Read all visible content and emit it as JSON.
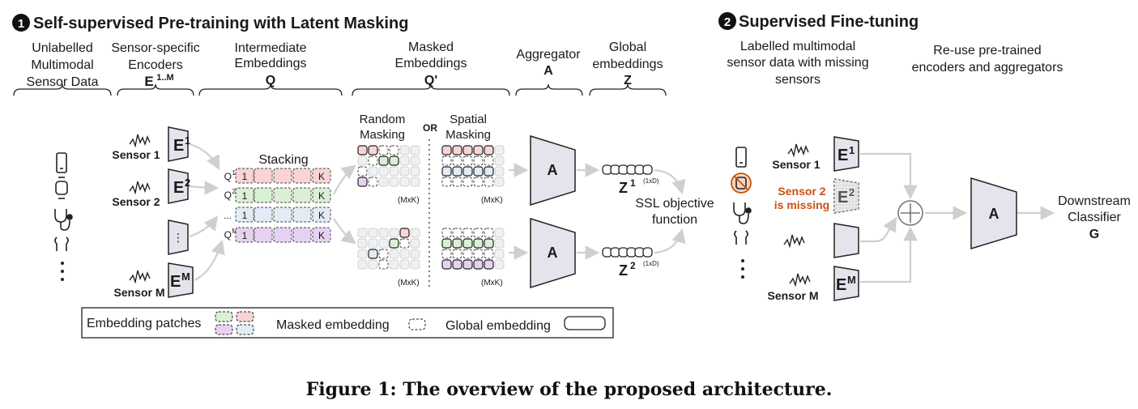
{
  "section1": {
    "number": "1",
    "title": "Self-supervised Pre-training with Latent Masking"
  },
  "section2": {
    "number": "2",
    "title": "Supervised Fine-tuning"
  },
  "columns": {
    "unlabelled": [
      "Unlabelled",
      "Multimodal",
      "Sensor Data"
    ],
    "encoders": [
      "Sensor-specific",
      "Encoders"
    ],
    "encoders_symbol": "E",
    "encoders_sup": "1..M",
    "intermediate": [
      "Intermediate",
      "Embeddings"
    ],
    "intermediate_symbol": "Q",
    "masked": [
      "Masked",
      "Embeddings"
    ],
    "masked_symbol": "Q'",
    "aggregator": "Aggregator",
    "aggregator_symbol": "A",
    "global": [
      "Global",
      "embeddings"
    ],
    "global_symbol": "Z"
  },
  "sensors": {
    "s1": "Sensor 1",
    "s2": "Sensor 2",
    "sm": "Sensor M"
  },
  "encoder_box": {
    "e": "E",
    "sup1": "1",
    "sup2": "2",
    "supm": "M",
    "dots": "⋮"
  },
  "stacking": {
    "title": "Stacking",
    "row_labels": [
      "Q",
      "Q",
      "...",
      "Q"
    ],
    "row_sups": [
      "1",
      "2",
      "",
      "M"
    ],
    "first_cells": [
      "1",
      "1",
      "1",
      "1"
    ],
    "last_cells": [
      "K",
      "K",
      "K",
      "K"
    ]
  },
  "masking": {
    "random": [
      "Random",
      "Masking"
    ],
    "or": "OR",
    "spatial": [
      "Spatial",
      "Masking"
    ],
    "dim": "(MxK)"
  },
  "global_emb": {
    "z1": "Z",
    "z1_sup": "1",
    "z2": "Z",
    "z2_sup": "2",
    "dim": "(1xD)"
  },
  "ssl": [
    "SSL objective",
    "function"
  ],
  "finetune": {
    "labelled": [
      "Labelled multimodal",
      "sensor data with missing",
      "sensors"
    ],
    "reuse": [
      "Re-use pre-trained",
      "encoders and aggregators"
    ],
    "sensor2_missing": [
      "Sensor 2",
      "is missing"
    ],
    "downstream": [
      "Downstream",
      "Classifier"
    ],
    "classifier_symbol": "G"
  },
  "legend": {
    "patches": "Embedding patches",
    "masked": "Masked embedding",
    "global": "Global embedding"
  },
  "caption": "Figure 1: The overview of the proposed architecture.",
  "colors": {
    "pink": "#f8d4d4",
    "green": "#d9f0d4",
    "blue": "#e2ecf6",
    "purple": "#e6d2f0",
    "box": "#e4e4ec",
    "arrow": "#cfcfcf",
    "missing": "#c9520e"
  }
}
